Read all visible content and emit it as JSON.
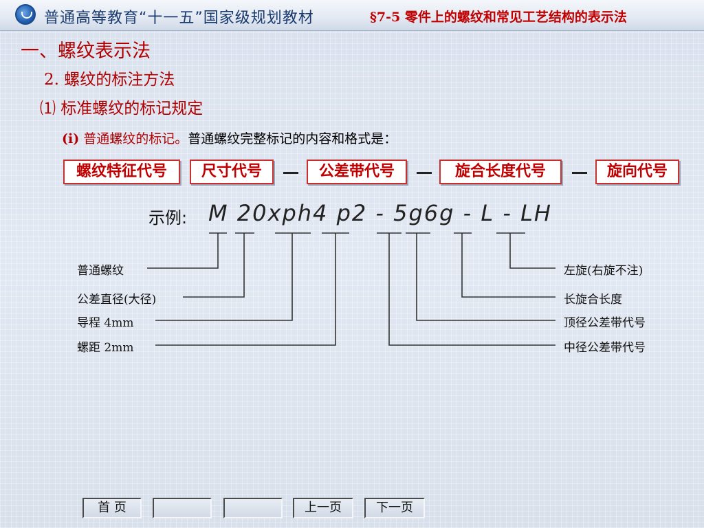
{
  "header": {
    "course_title": "普通高等教育“十一五”国家级规划教材",
    "section_title": "§7-5  零件上的螺纹和常见工艺结构的表示法"
  },
  "headings": {
    "h1": "一、螺纹表示法",
    "h2": "2. 螺纹的标注方法",
    "h3": "⑴ 标准螺纹的标记规定"
  },
  "intro": {
    "tag": "(i)",
    "red_text": " 普通螺纹的标记。",
    "black_text": "普通螺纹完整标记的内容和格式是："
  },
  "format": {
    "boxes": [
      "螺纹特征代号",
      "尺寸代号",
      "公差带代号",
      "旋合长度代号",
      "旋向代号"
    ]
  },
  "example": {
    "label": "示例:",
    "code": "M 20xph4 p2 - 5g6g - L - LH"
  },
  "labels_left": [
    "普通螺纹",
    "公差直径(大径)",
    "导程 4mm",
    "螺距 2mm"
  ],
  "labels_right": [
    "左旋(右旋不注)",
    "长旋合长度",
    "顶径公差带代号",
    "中径公差带代号"
  ],
  "nav": {
    "home": "首  页",
    "blank1": "",
    "blank2": "",
    "prev": "上一页",
    "next": "下一页"
  }
}
